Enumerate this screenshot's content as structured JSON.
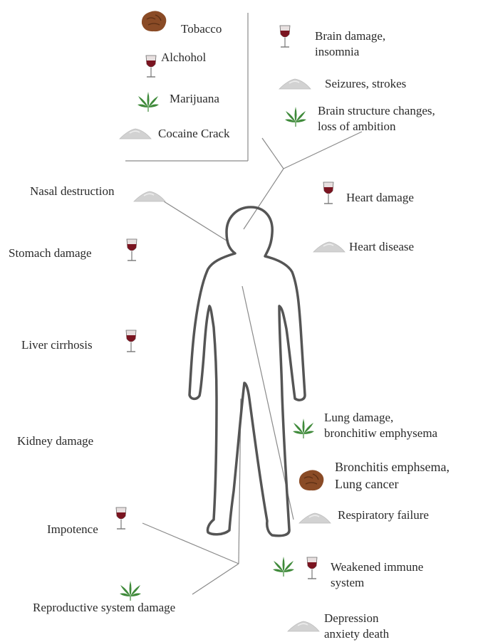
{
  "legend": {
    "items": [
      {
        "icon": "tobacco-icon",
        "label": "Tobacco"
      },
      {
        "icon": "wine-glass-icon",
        "label": "Alchohol"
      },
      {
        "icon": "cannabis-leaf-icon",
        "label": "Marijuana"
      },
      {
        "icon": "powder-pile-icon",
        "label": "Cocaine Crack"
      }
    ]
  },
  "effects": {
    "brain_alcohol": [
      "Brain damage,",
      "insomnia"
    ],
    "brain_cocaine": "Seizures, strokes",
    "brain_marijuana": [
      "Brain structure changes,",
      "loss of ambition"
    ],
    "nasal": "Nasal destruction",
    "heart_alcohol": "Heart damage",
    "heart_cocaine": "Heart disease",
    "stomach": "Stomach damage",
    "liver": "Liver cirrhosis",
    "kidney": "Kidney damage",
    "lung_marijuana": [
      "Lung damage,",
      "bronchitiw emphysema"
    ],
    "lung_tobacco": [
      "Bronchitis emphsema,",
      "Lung cancer"
    ],
    "respiratory": "Respiratory failure",
    "impotence": "Impotence",
    "immune": [
      "Weakened immune",
      "system"
    ],
    "reproductive": "Reproductive system damage",
    "depression": [
      "Depression",
      "anxiety death"
    ]
  },
  "colors": {
    "tobacco": "#8a4b26",
    "wine": "#7a1420",
    "leaf": "#3f8a3a",
    "powder": "#cfcfcf",
    "line": "#8a8a8a",
    "outline": "#555555"
  }
}
